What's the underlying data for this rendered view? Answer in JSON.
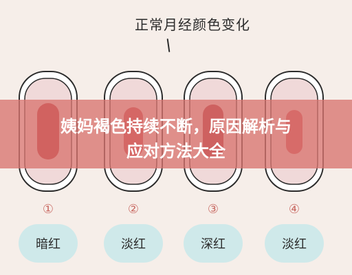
{
  "title": "正常月经颜色变化",
  "banner": {
    "line1": "姨妈褐色持续不断，原因解析与",
    "line2": "应对方法大全"
  },
  "pads": [
    {
      "number": "①",
      "label": "暗红",
      "pad_fill": "#f0d9d9",
      "stain_fill": "#b8232b"
    },
    {
      "number": "②",
      "label": "淡红",
      "pad_fill": "#f0d9d9",
      "stain_fill": "#c83a40"
    },
    {
      "number": "③",
      "label": "深红",
      "pad_fill": "#f0d9d9",
      "stain_fill": "#a81f2a"
    },
    {
      "number": "④",
      "label": "淡红",
      "pad_fill": "#f0d9d9",
      "stain_fill": "#cf4b52"
    }
  ],
  "colors": {
    "background": "#f6eee9",
    "banner_overlay": "#d8756f",
    "pill": "#cfe9ea",
    "number": "#c96a63"
  }
}
